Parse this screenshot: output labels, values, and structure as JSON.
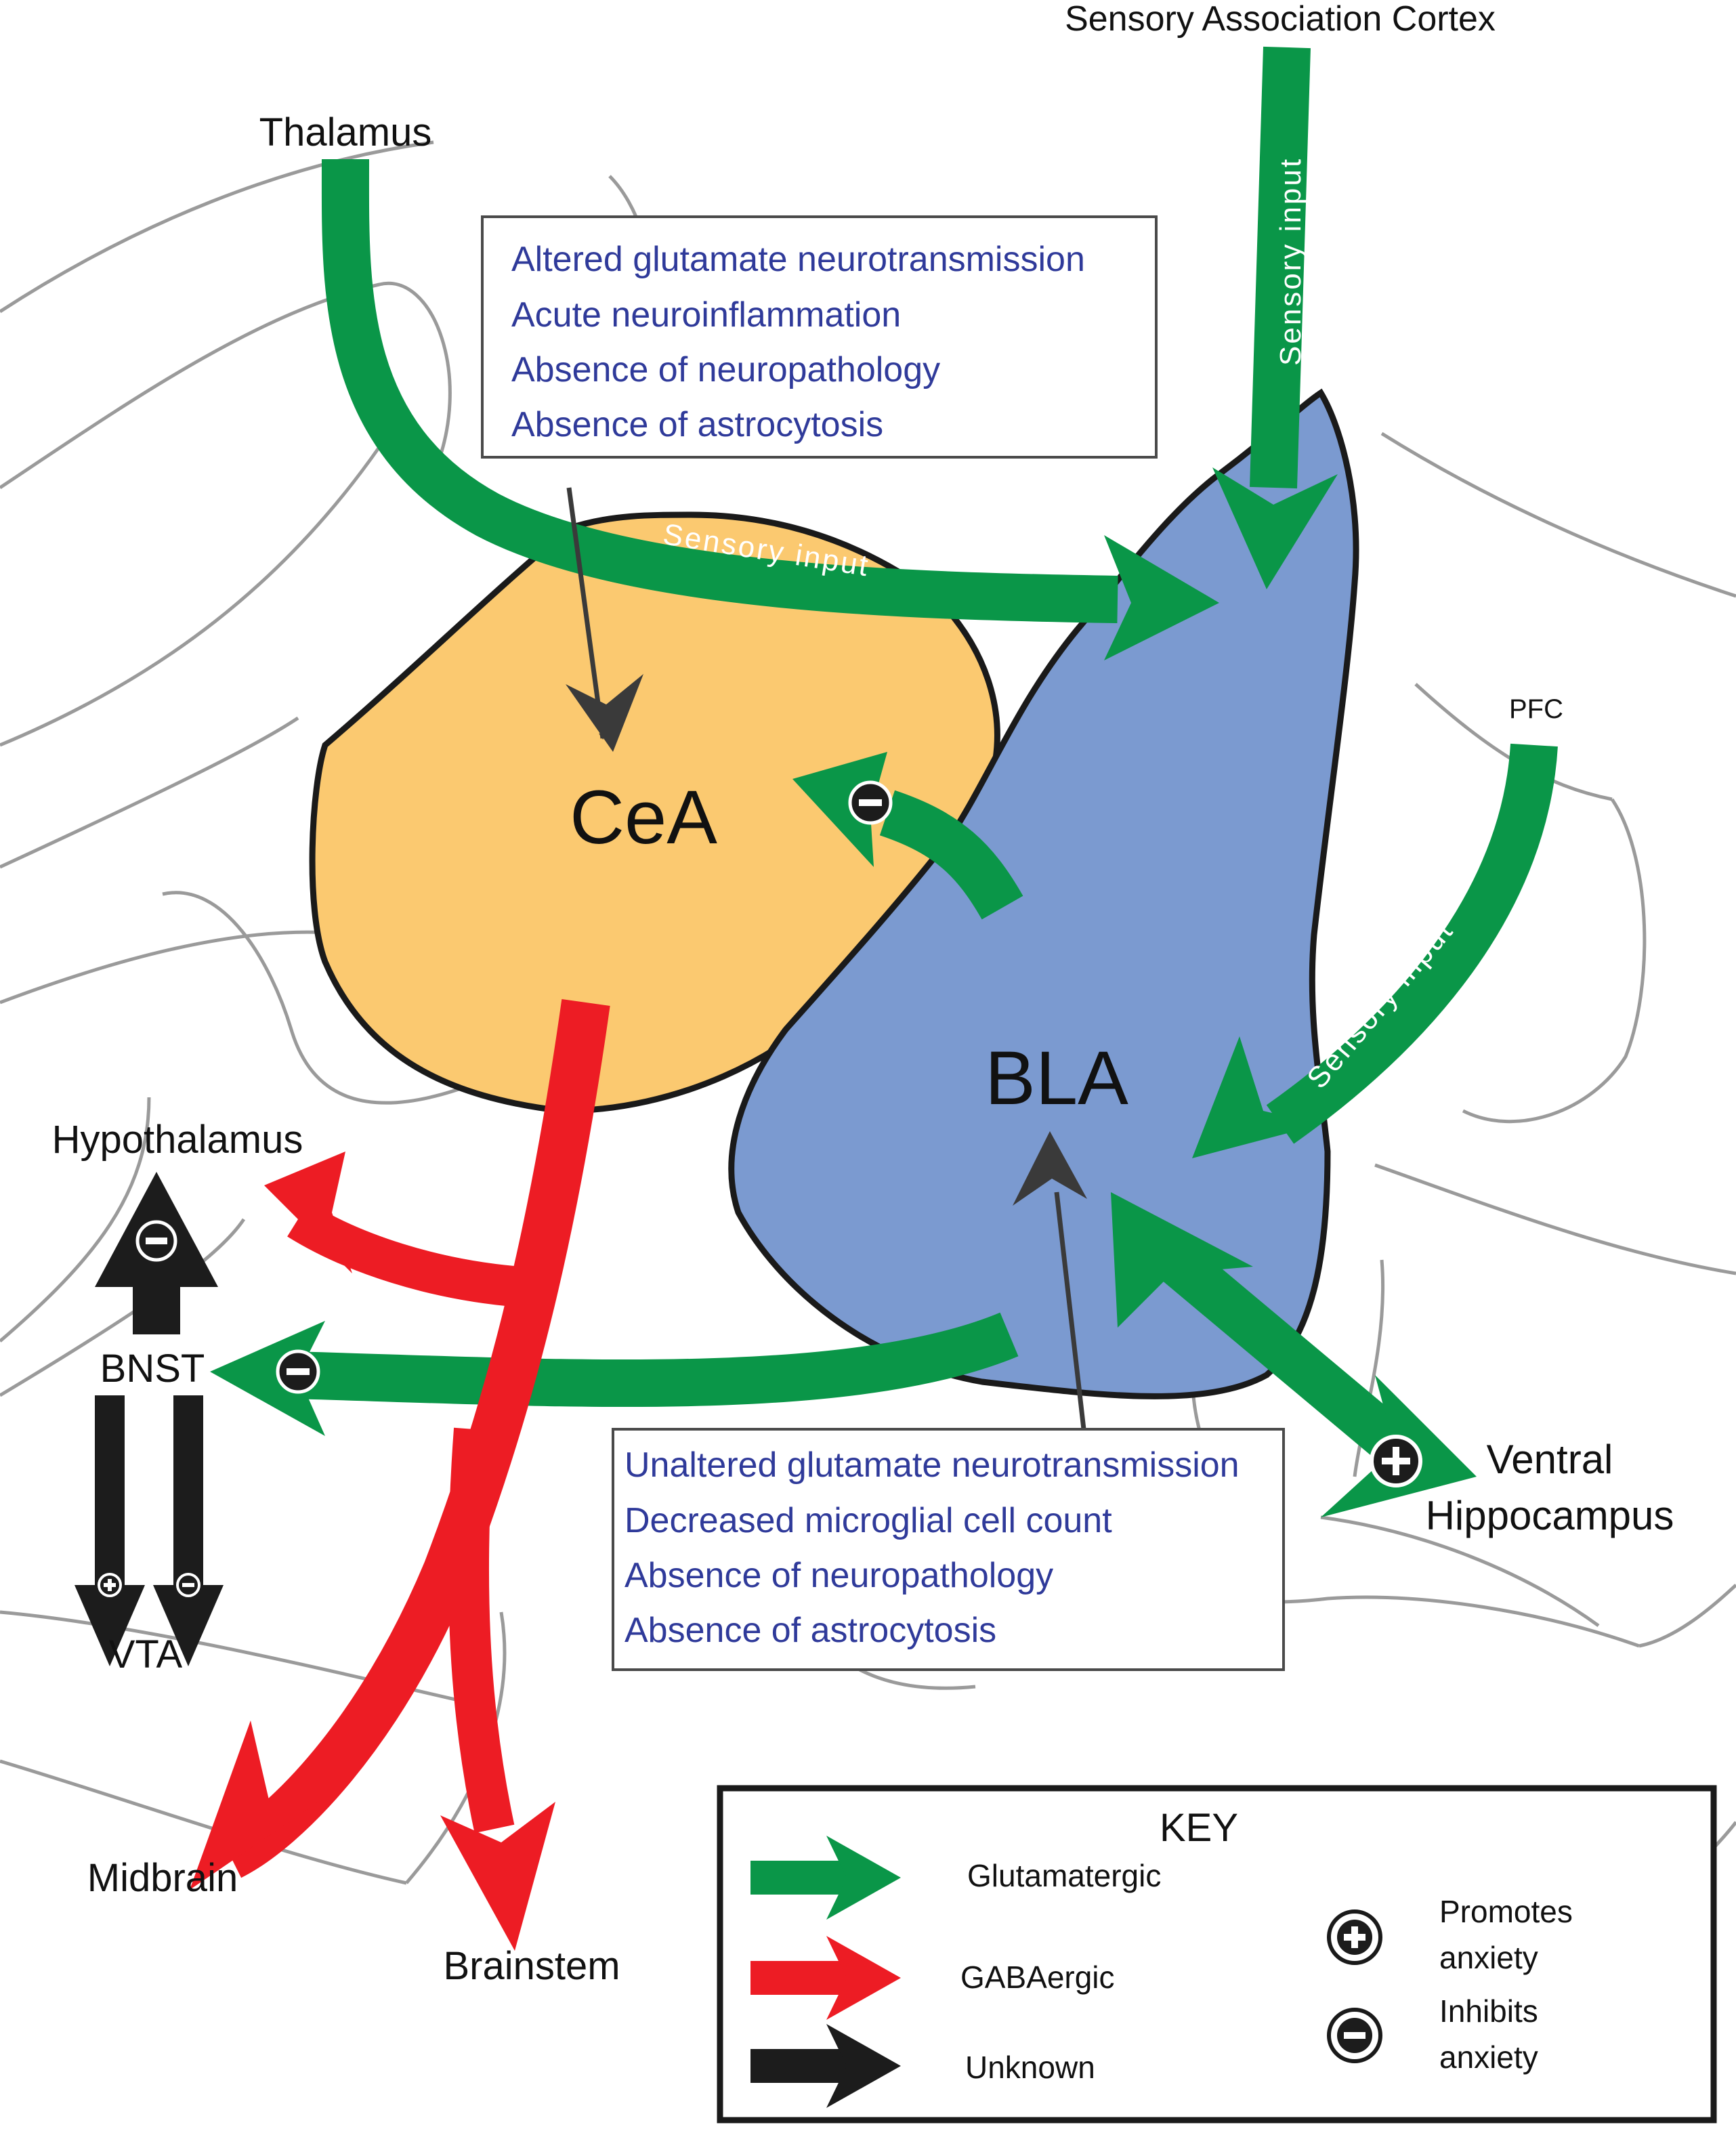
{
  "colors": {
    "glutamatergic": "#0a9648",
    "gabaergic": "#ed1c24",
    "unknown": "#1c1c1c",
    "cea_fill": "#fbc970",
    "bla_fill": "#7b9ad0",
    "info_text": "#2f3a9a",
    "background_lines": "#9a9a9a"
  },
  "regions": {
    "cea": "CeA",
    "bla": "BLA"
  },
  "sources": {
    "thalamus": "Thalamus",
    "sensory_cortex": "Sensory Association Cortex",
    "pfc": "PFC"
  },
  "targets": {
    "hypothalamus": "Hypothalamus",
    "bnst": "BNST",
    "vta": "VTA",
    "midbrain": "Midbrain",
    "brainstem": "Brainstem",
    "ventral_hippocampus_1": "Ventral",
    "ventral_hippocampus_2": "Hippocampus"
  },
  "arrow_labels": {
    "thalamus_path": "Sensory input",
    "cortex_path": "Sensory input",
    "pfc_path": "Sensory input"
  },
  "cea_findings": [
    "Altered glutamate neurotransmission",
    "Acute neuroinflammation",
    "Absence of neuropathology",
    "Absence of astrocytosis"
  ],
  "bla_findings": [
    "Unaltered glutamate neurotransmission",
    "Decreased microglial cell count",
    "Absence of neuropathology",
    "Absence of astrocytosis"
  ],
  "key": {
    "title": "KEY",
    "glutamatergic": "Glutamatergic",
    "gabaergic": "GABAergic",
    "unknown": "Unknown",
    "promotes_1": "Promotes",
    "promotes_2": "anxiety",
    "inhibits_1": "Inhibits",
    "inhibits_2": "anxiety"
  },
  "symbols": {
    "plus": "promotes-anxiety",
    "minus": "inhibits-anxiety"
  }
}
